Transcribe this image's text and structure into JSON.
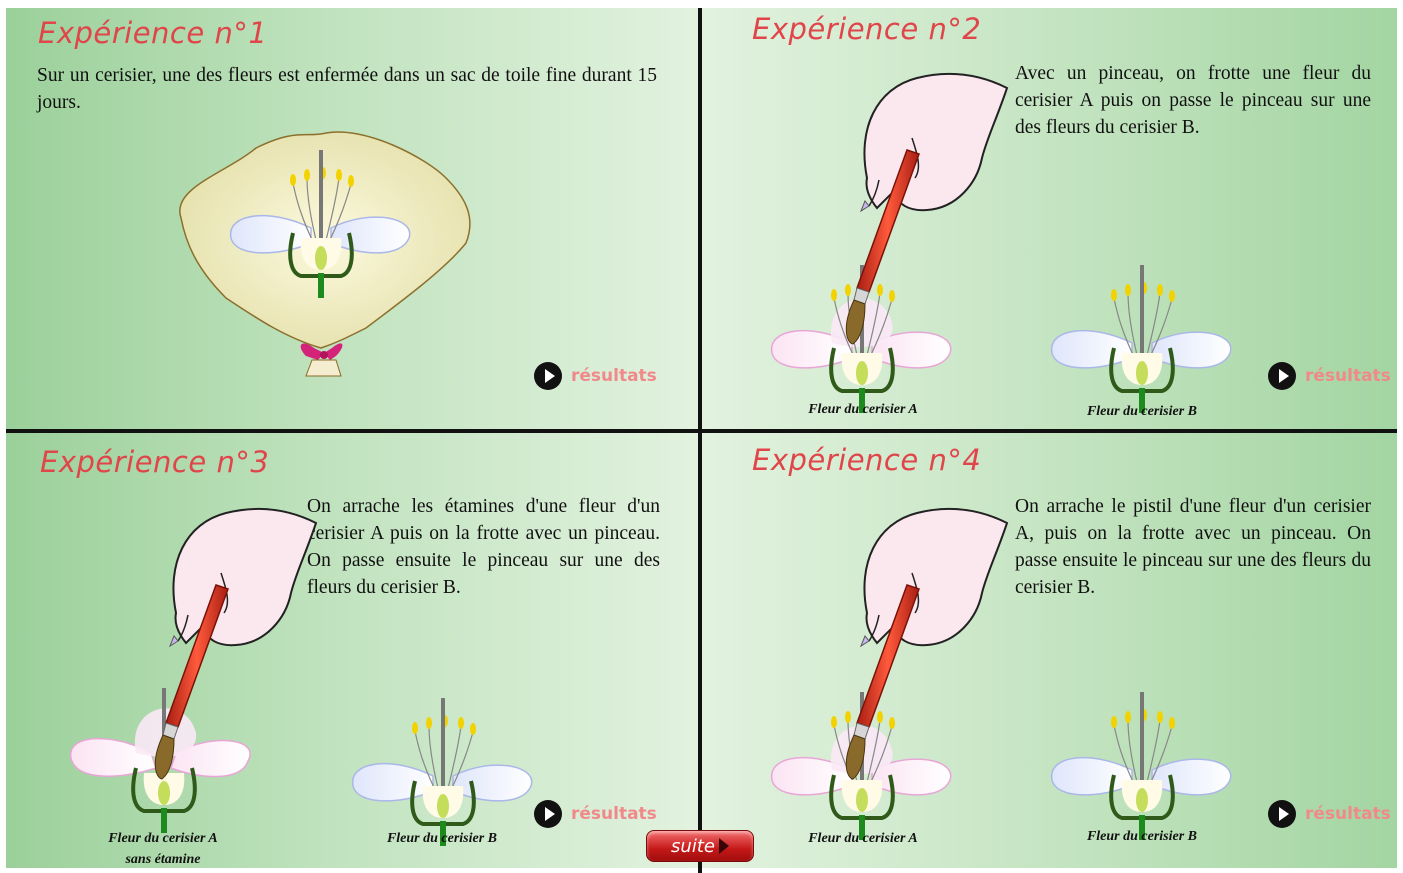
{
  "panels": [
    {
      "title": "Expérience n°1",
      "text": "Sur un cerisier, une des fleurs est enfermée dans un sac de toile fine durant 15 jours.",
      "result_label": "résultats"
    },
    {
      "title": "Expérience n°2",
      "text": "Avec un pinceau, on frotte une fleur du cerisier A puis on passe le pinceau sur une des fleurs du cerisier B.",
      "caption_a": "Fleur du cerisier A",
      "caption_b": "Fleur du cerisier B",
      "result_label": "résultats"
    },
    {
      "title": "Expérience n°3",
      "text": "On arrache les étamines d'une fleur d'un cerisier A puis on la frotte avec un pinceau. On passe ensuite le pinceau sur une des fleurs du cerisier B.",
      "caption_a_line1": "Fleur du cerisier A",
      "caption_a_line2": "sans étamine",
      "caption_b": "Fleur du cerisier B",
      "result_label": "résultats"
    },
    {
      "title": "Expérience n°4",
      "text": "On arrache le pistil d'une fleur d'un cerisier A, puis on la frotte avec un pinceau. On passe ensuite le pinceau sur une des fleurs du cerisier B.",
      "caption_a": "Fleur du cerisier A",
      "caption_b": "Fleur du cerisier B",
      "result_label": "résultats"
    }
  ],
  "suite_label": "suite",
  "colors": {
    "title": "#e0454a",
    "result_label": "#f08a8a",
    "suite_button": "#c51919",
    "panel_green": "#9bd09a"
  },
  "icons": [
    "play-icon",
    "hand-brush-illustration",
    "cherry-flower-illustration",
    "bag-illustration",
    "arrow-right-icon"
  ]
}
